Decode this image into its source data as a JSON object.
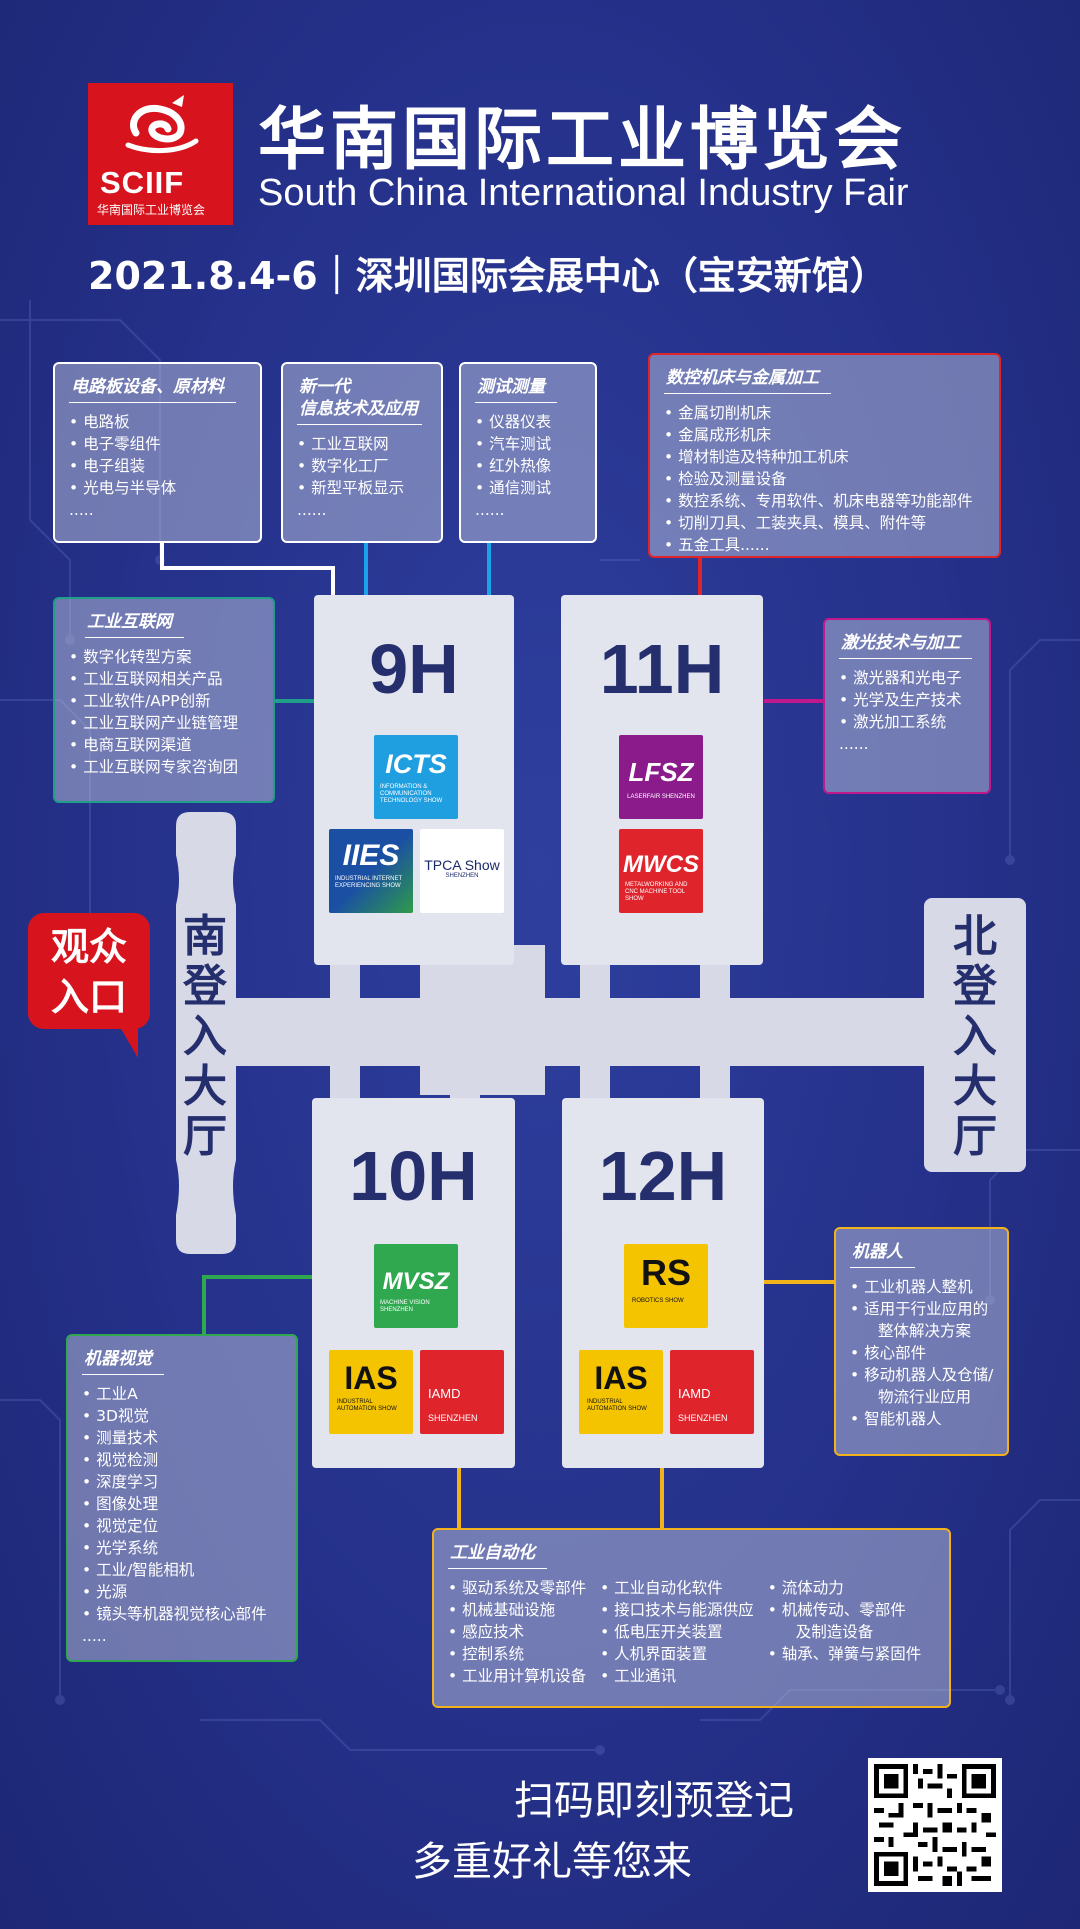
{
  "header": {
    "logo_text": "SCIIF",
    "logo_subtitle": "华南国际工业博览会",
    "title_zh": "华南国际工业博览会",
    "title_en": "South China International Industry Fair",
    "date_venue": "2021.8.4-6｜深圳国际会展中心（宝安新馆）"
  },
  "halls": {
    "h9": "9H",
    "h11": "11H",
    "h10": "10H",
    "h12": "12H"
  },
  "lobbies": {
    "south": [
      "南",
      "登",
      "入",
      "大",
      "厅"
    ],
    "north": [
      "北",
      "登",
      "入",
      "大",
      "厅"
    ]
  },
  "entrance": {
    "line1": "观众",
    "line2": "入口"
  },
  "shows": {
    "icts": {
      "name": "ICTS",
      "sub": "INFORMATION & COMMUNICATION TECHNOLOGY SHOW"
    },
    "iies": {
      "name": "IIES",
      "sub": "INDUSTRIAL INTERNET EXPERIENCING SHOW"
    },
    "tpca": {
      "name": "TPCA Show",
      "sub": "SHENZHEN"
    },
    "lfsz": {
      "name": "LFSZ",
      "sub": "LASERFAIR SHENZHEN"
    },
    "mwcs": {
      "name": "MWCS",
      "sub": "METALWORKING AND CNC MACHINE TOOL SHOW"
    },
    "mvsz": {
      "name": "MVSZ",
      "sub": "MACHINE VISION SHENZHEN"
    },
    "ias": {
      "name": "IAS",
      "sub": "INDUSTRIAL AUTOMATION SHOW"
    },
    "iamd": {
      "name": "IAMD",
      "sub": "SHENZHEN"
    },
    "rs": {
      "name": "RS",
      "sub": "ROBOTICS SHOW"
    }
  },
  "categories": {
    "pcb": {
      "title": "电路板设备、原材料",
      "items": [
        "电路板",
        "电子零组件",
        "电子组装",
        "光电与半导体"
      ],
      "more": "....."
    },
    "it": {
      "title_line1": "新一代",
      "title_line2": "信息技术及应用",
      "items": [
        "工业互联网",
        "数字化工厂",
        "新型平板显示"
      ],
      "more": "......"
    },
    "test": {
      "title": "测试测量",
      "items": [
        "仪器仪表",
        "汽车测试",
        "红外热像",
        "通信测试"
      ],
      "more": "......"
    },
    "cnc": {
      "title": "数控机床与金属加工",
      "items": [
        "金属切削机床",
        "金属成形机床",
        "增材制造及特种加工机床",
        "检验及测量设备",
        "数控系统、专用软件、机床电器等功能部件",
        "切削刀具、工装夹具、模具、附件等",
        "五金工具......"
      ]
    },
    "iiot": {
      "title": "工业互联网",
      "items": [
        "数字化转型方案",
        "工业互联网相关产品",
        "工业软件/APP创新",
        "工业互联网产业链管理",
        "电商互联网渠道",
        "工业互联网专家咨询团"
      ]
    },
    "laser": {
      "title": "激光技术与加工",
      "items": [
        "激光器和光电子",
        "光学及生产技术",
        "激光加工系统"
      ],
      "more": "......"
    },
    "robot": {
      "title": "机器人",
      "items": [
        "工业机器人整机",
        "适用于行业应用的",
        "整体解决方案",
        "核心部件",
        "移动机器人及仓储/",
        "物流行业应用",
        "智能机器人"
      ]
    },
    "vision": {
      "title": "机器视觉",
      "items": [
        "工业A",
        "3D视觉",
        "测量技术",
        "视觉检测",
        "深度学习",
        "图像处理",
        "视觉定位",
        "光学系统",
        "工业/智能相机",
        "光源",
        "镜头等机器视觉核心部件"
      ],
      "more": "....."
    },
    "automation": {
      "title": "工业自动化",
      "col1": [
        "驱动系统及零部件",
        "机械基础设施",
        "感应技术",
        "控制系统",
        "工业用计算机设备"
      ],
      "col2": [
        "工业自动化软件",
        "接口技术与能源供应",
        "低电压开关装置",
        "人机界面装置",
        "工业通讯"
      ],
      "col3": [
        "流体动力",
        "机械传动、零部件",
        "及制造设备",
        "轴承、弹簧与紧固件"
      ]
    }
  },
  "cta": {
    "line1": "扫码即刻预登记",
    "line2": "多重好礼等您来"
  },
  "colors": {
    "background": "#25318a",
    "brand_red": "#d7141d",
    "hall_text": "#262f6e",
    "line_white": "#ffffff",
    "line_blue": "#1aa3e8",
    "line_red": "#e0242c",
    "line_teal": "#1f9f8a",
    "line_magenta": "#c2188d",
    "line_green": "#2fa84f",
    "line_yellow": "#f2b21c"
  }
}
